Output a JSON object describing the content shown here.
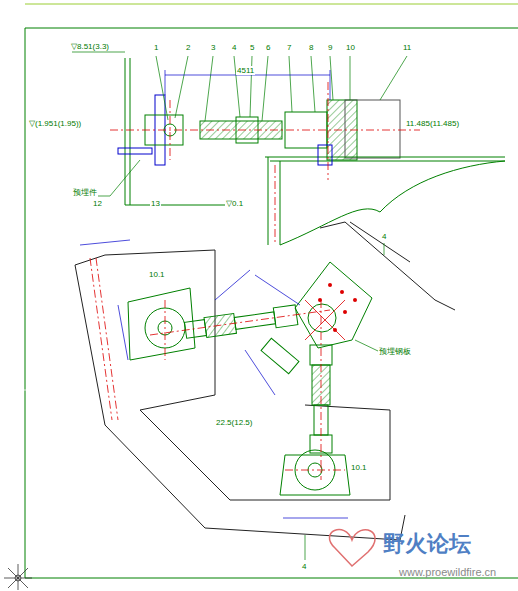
{
  "diagram": {
    "labels": [
      "▽8.51(3.3)",
      "1",
      "2",
      "3",
      "4",
      "5",
      "6",
      "7",
      "8",
      "9",
      "10",
      "11",
      "4511",
      "▽(1.951(1.95))",
      "11.485(11.485)",
      "预埋件",
      "12",
      "13",
      "▽0.1",
      "10.1",
      "22.5(12.5)",
      "10.1",
      "预埋钢板",
      "4",
      "4",
      "野火论坛",
      "www.proewildfire.cn"
    ]
  }
}
